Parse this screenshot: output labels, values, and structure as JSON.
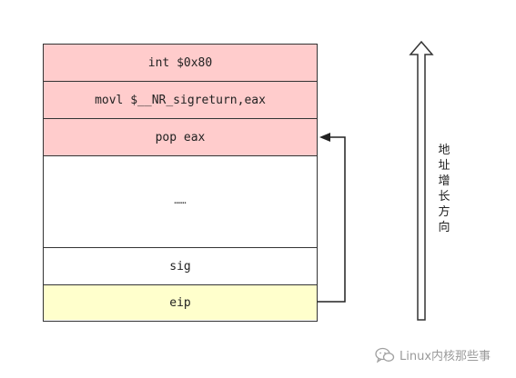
{
  "stack": {
    "cells": [
      {
        "label": "int $0x80",
        "color": "#ffcccc"
      },
      {
        "label": "movl $__NR_sigreturn,eax",
        "color": "#ffcccc"
      },
      {
        "label": "pop eax",
        "color": "#ffcccc"
      },
      {
        "label": "……",
        "color": "#ffffff"
      },
      {
        "label": "sig",
        "color": "#ffffff"
      },
      {
        "label": "eip",
        "color": "#ffffcc"
      }
    ]
  },
  "address_direction": {
    "label": "地址增长方向",
    "icon": "arrow-up-hollow-icon"
  },
  "return_arrow": {
    "icon": "return-arrow-icon"
  },
  "watermark": {
    "text": "Linux内核那些事",
    "icon": "wechat-icon"
  }
}
